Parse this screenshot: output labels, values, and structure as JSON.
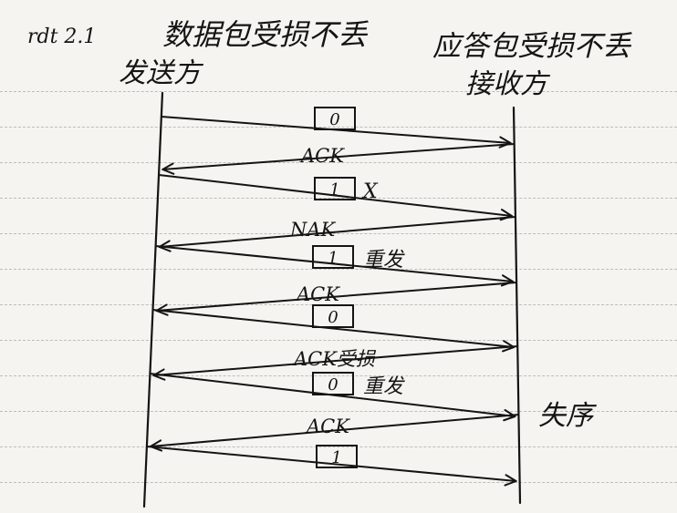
{
  "page": {
    "title": {
      "protocol": "rdt 2.1",
      "scenario_1": "数据包受损不丢",
      "scenario_2": "应答包受损不丢"
    },
    "sender_label": "发送方",
    "receiver_label": "接收方"
  },
  "messages": [
    {
      "direction": "to-receiver",
      "label": "0",
      "boxed": true,
      "note": ""
    },
    {
      "direction": "to-sender",
      "label": "ACK",
      "boxed": false,
      "note": ""
    },
    {
      "direction": "to-receiver",
      "label": "1",
      "boxed": true,
      "note": "X"
    },
    {
      "direction": "to-sender",
      "label": "NAK",
      "boxed": false,
      "note": ""
    },
    {
      "direction": "to-receiver",
      "label": "1",
      "boxed": true,
      "note": "重发"
    },
    {
      "direction": "to-sender",
      "label": "ACK",
      "boxed": false,
      "note": ""
    },
    {
      "direction": "to-receiver",
      "label": "0",
      "boxed": true,
      "note": ""
    },
    {
      "direction": "to-sender",
      "label": "ACK受损",
      "boxed": false,
      "note": ""
    },
    {
      "direction": "to-receiver",
      "label": "0",
      "boxed": true,
      "note": "重发"
    },
    {
      "direction": "to-sender",
      "label": "ACK",
      "boxed": false,
      "note": ""
    },
    {
      "direction": "to-receiver",
      "label": "1",
      "boxed": true,
      "note": ""
    }
  ],
  "receiver_note": "失序",
  "colors": {
    "ink": "#141414",
    "paper": "#f5f4f0",
    "rule": "#bdbdbd"
  }
}
